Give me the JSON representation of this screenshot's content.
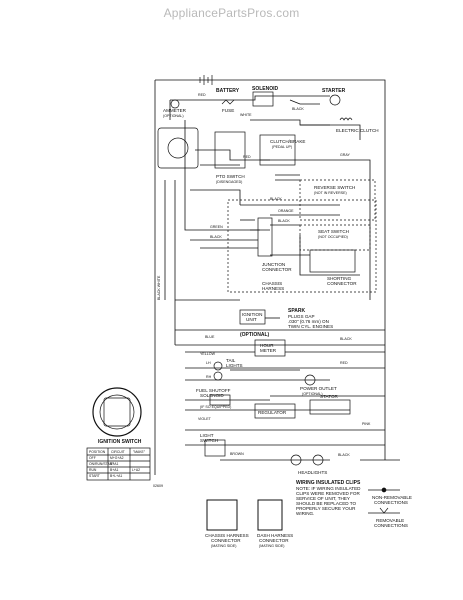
{
  "watermark": "AppliancePartsPros.com",
  "labels": {
    "battery": "BATTERY",
    "solenoid": "SOLENOID",
    "starter": "STARTER",
    "ammeter": "AMMETER",
    "ammeter_opt": "(OPTIONAL)",
    "fuse": "FUSE",
    "electric_clutch": "ELECTRIC CLUTCH",
    "clutch_brake_1": "CLUTCH/BRAKE",
    "clutch_brake_2": "(PEDAL UP)",
    "pto_switch_1": "PTO SWITCH",
    "pto_switch_2": "(DISENGAGED)",
    "reverse_switch_1": "REVERSE SWITCH",
    "reverse_switch_2": "(NOT IN REVERSE)",
    "seat_switch_1": "SEAT SWITCH",
    "seat_switch_2": "(NOT OCCUPIED)",
    "junction_1": "JUNCTION",
    "junction_2": "CONNECTOR",
    "chassis_harness_1": "CHASSIS",
    "chassis_harness_2": "HARNESS",
    "shorting_1": "SHORTING",
    "shorting_2": "CONNECTOR",
    "ignition_unit_1": "IGNITION",
    "ignition_unit_2": "UNIT",
    "spark_1": "SPARK",
    "spark_2": "PLUGS GAP",
    "spark_3": ".030\" (0.76 mm) ON",
    "spark_4": "TWIN CYL. ENGINES",
    "optional": "(OPTIONAL)",
    "hour_meter_1": "HOUR",
    "hour_meter_2": "METER",
    "tail_lights_1": "TAIL",
    "tail_lights_2": "LIGHTS",
    "lh": "LH",
    "rh": "RH",
    "power_outlet_1": "POWER OUTLET",
    "power_outlet_2": "(OPTIONAL)",
    "fuel_shutoff_1": "FUEL SHUTOFF",
    "fuel_shutoff_2": "SOLENOID",
    "fuel_shutoff_3": "(IF SO EQUIPPED)",
    "regulator": "REGULATOR",
    "stator": "STATOR",
    "light_switch_1": "LIGHT",
    "light_switch_2": "SWITCH",
    "headlights": "HEADLIGHTS",
    "ignition_switch": "IGNITION SWITCH",
    "wire_white": "WHITE",
    "wire_red": "RED",
    "wire_black": "BLACK",
    "wire_green": "GREEN",
    "wire_yellow": "YELLOW",
    "wire_orange": "ORANGE",
    "wire_gray": "GRAY",
    "wire_blue": "BLUE",
    "wire_brown": "BROWN",
    "wire_violet": "VIOLET",
    "wire_pink": "PINK",
    "wire_black_white": "BLACK WHITE",
    "chassis_harness_conn_1": "CHASSIS HARNESS",
    "chassis_harness_conn_2": "CONNECTOR",
    "chassis_harness_conn_3": "(MATING SIDE)",
    "dash_harness_conn_1": "DASH HARNESS",
    "dash_harness_conn_2": "CONNECTOR",
    "dash_harness_conn_3": "(MATING SIDE)",
    "part_code": "02609",
    "clips_1": "WIRING INSULATED CLIPS",
    "clips_2": "NOTE: IF WIRING INSULATED",
    "clips_3": "CLIPS WERE REMOVED FOR",
    "clips_4": "SERVICE OF UNIT, THEY",
    "clips_5": "SHOULD BE REPLACED TO",
    "clips_6": "PROPERLY SECURE YOUR",
    "clips_7": "WIRING.",
    "non_removable_1": "NON-REMOVABLE",
    "non_removable_2": "CONNECTIONS",
    "removable_1": "REMOVABLE",
    "removable_2": "CONNECTIONS"
  },
  "table": {
    "headers": [
      "POSITION",
      "CIRCUIT",
      "\"MAKE\""
    ],
    "rows": [
      [
        "OFF",
        "M+G+A2",
        ""
      ],
      [
        "ON/RUN/START",
        "B+A1",
        ""
      ],
      [
        "RUN",
        "B+A1",
        "L+A2"
      ],
      [
        "START",
        "B+L+A1",
        ""
      ]
    ]
  },
  "colors": {
    "line": "#111111",
    "watermark": "#b9b9b9",
    "background": "#ffffff"
  }
}
